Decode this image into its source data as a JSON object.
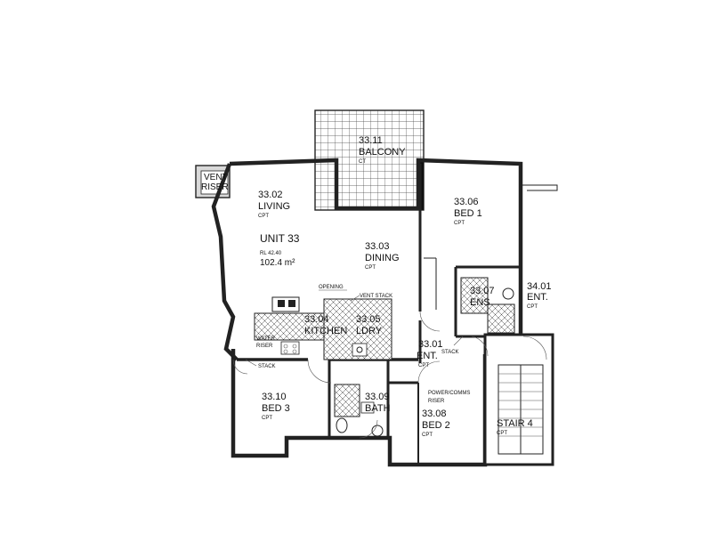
{
  "unit": {
    "name": "UNIT 33",
    "rl": "RL 42.40",
    "area": "102.4 m²"
  },
  "rooms": {
    "balcony": {
      "code": "33.11",
      "name": "BALCONY",
      "finish": "CT"
    },
    "living": {
      "code": "33.02",
      "name": "LIVING",
      "finish": "CPT"
    },
    "dining": {
      "code": "33.03",
      "name": "DINING",
      "finish": "CPT"
    },
    "bed1": {
      "code": "33.06",
      "name": "BED 1",
      "finish": "CPT"
    },
    "ens": {
      "code": "33.07",
      "name": "ENS"
    },
    "kitchen": {
      "code": "33.04",
      "name": "KITCHEN"
    },
    "lndry": {
      "code": "33.05",
      "name": "LDRY"
    },
    "entry": {
      "code": "33.01",
      "name": "ENT.",
      "finish": "CPT"
    },
    "bed3": {
      "code": "33.10",
      "name": "BED 3",
      "finish": "CPT"
    },
    "bath": {
      "code": "33.09",
      "name": "BATH"
    },
    "bed2": {
      "code": "33.08",
      "name": "BED 2",
      "finish": "CPT"
    },
    "entry2": {
      "code": "34.01",
      "name": "ENT.",
      "finish": "CPT"
    },
    "stair": {
      "name": "STAIR 4",
      "finish": "CPT"
    }
  },
  "annotations": {
    "vent_riser_1": "VENT",
    "vent_riser_2": "RISER",
    "opening": "OPENING",
    "vent_stack": "VENT STACK",
    "water_riser_1": "WATER",
    "water_riser_2": "RISER",
    "stack_left": "STACK",
    "stack_right": "STACK",
    "power_comms": "POWER/COMMS",
    "riser": "RISER"
  },
  "colors": {
    "wall_fill": "#d9d9d9",
    "line": "#222222",
    "background": "#ffffff"
  }
}
